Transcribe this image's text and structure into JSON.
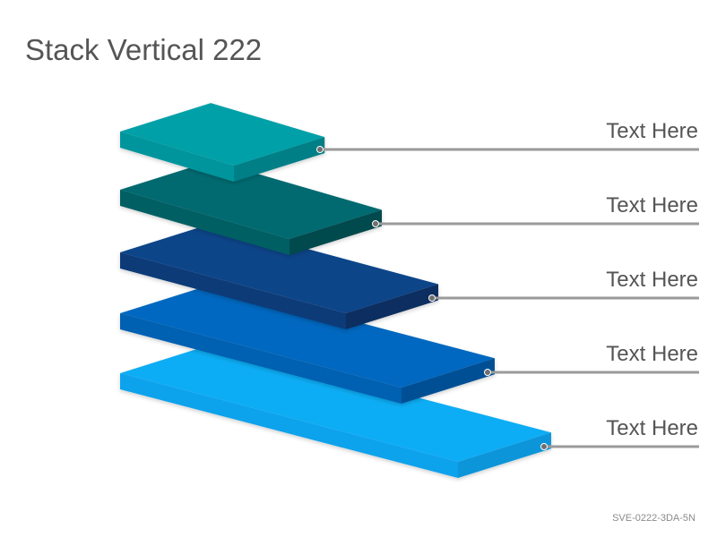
{
  "title": "Stack Vertical 222",
  "layers": [
    {
      "label": "Text Here",
      "top_color": "#00A0A8",
      "front_color": "#00959C",
      "right_color": "#007F86"
    },
    {
      "label": "Text Here",
      "top_color": "#006A70",
      "front_color": "#005E64",
      "right_color": "#00484E"
    },
    {
      "label": "Text Here",
      "top_color": "#0C4489",
      "front_color": "#0A3A78",
      "right_color": "#082E60"
    },
    {
      "label": "Text Here",
      "top_color": "#0668C0",
      "front_color": "#0660B2",
      "right_color": "#054F95"
    },
    {
      "label": "Text Here",
      "top_color": "#11ADF5",
      "front_color": "#0AA2EC",
      "right_color": "#0895D9"
    }
  ],
  "connector_color": "#9A9A9A",
  "footer_code": "SVE-0222-3DA-5N"
}
